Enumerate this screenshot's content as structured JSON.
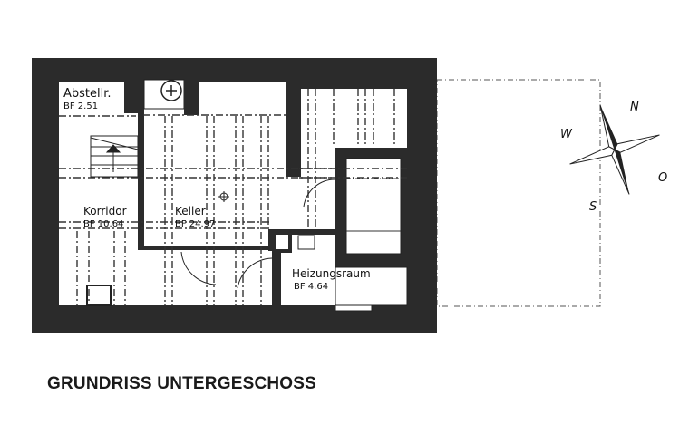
{
  "title": "GRUNDRISS UNTERGESCHOSS",
  "rooms": [
    {
      "name": "Abstellr.",
      "area": "BF 2.51"
    },
    {
      "name": "Korridor",
      "area": "BF 10.64"
    },
    {
      "name": "Keller",
      "area": "BF 24.97"
    },
    {
      "name": "Heizungsraum",
      "area": "BF 4.64"
    }
  ],
  "compass": {
    "n": "N",
    "o": "O",
    "s": "S",
    "w": "W"
  },
  "colors": {
    "wall": "#2b2b2b",
    "background": "#ffffff",
    "line": "#222222"
  }
}
